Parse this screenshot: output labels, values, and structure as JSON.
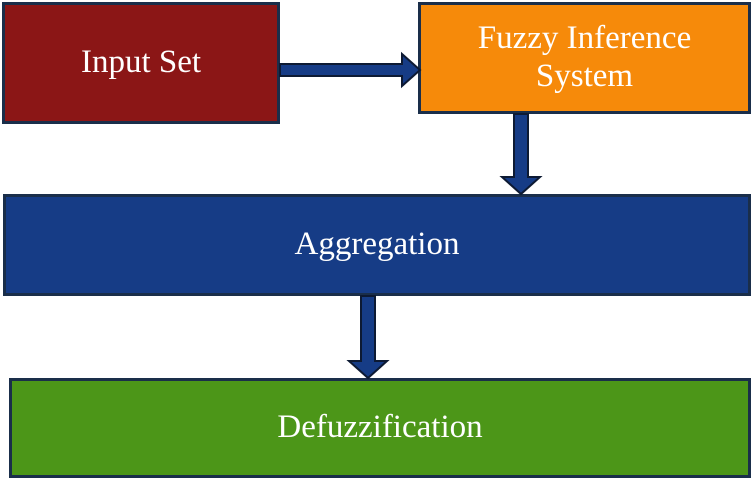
{
  "nodes": {
    "input_set": {
      "label": "Input Set",
      "color": "#8b1616"
    },
    "fuzzy_inference": {
      "label": "Fuzzy Inference\nSystem",
      "color": "#f68a0a"
    },
    "aggregation": {
      "label": "Aggregation",
      "color": "#163c86"
    },
    "defuzzification": {
      "label": "Defuzzification",
      "color": "#4c9618"
    }
  },
  "edges": [
    {
      "from": "input_set",
      "to": "fuzzy_inference"
    },
    {
      "from": "fuzzy_inference",
      "to": "aggregation"
    },
    {
      "from": "aggregation",
      "to": "defuzzification"
    }
  ],
  "colors": {
    "border": "#1a2e4a",
    "arrow_fill": "#163c86",
    "arrow_stroke": "#0d1a33"
  }
}
